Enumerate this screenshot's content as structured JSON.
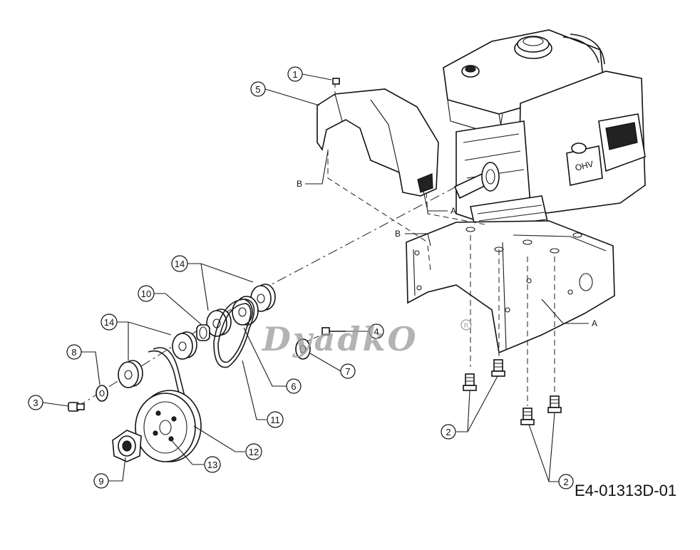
{
  "diagram": {
    "code": "E4-01313D-01",
    "watermark": "DyadkO",
    "callouts": {
      "c1": "1",
      "c2a": "2",
      "c2b": "2",
      "c3": "3",
      "c4": "4",
      "c5": "5",
      "c6": "6",
      "c7": "7",
      "c8": "8",
      "c9": "9",
      "c10": "10",
      "c11": "11",
      "c12": "12",
      "c13": "13",
      "c14a": "14",
      "c14b": "14"
    },
    "refs": {
      "a_shroud": "A",
      "b_shroud": "B",
      "a_frame": "A",
      "b_frame": "B"
    },
    "engine_label": "OHV"
  }
}
